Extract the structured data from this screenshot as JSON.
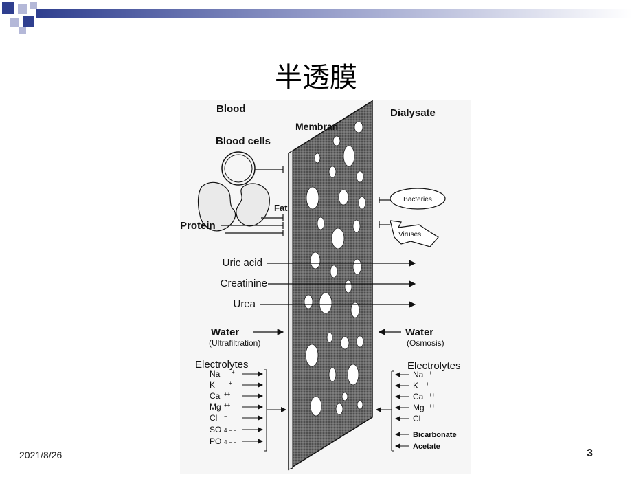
{
  "slide": {
    "title": "半透膜",
    "date": "2021/8/26",
    "page_number": "3"
  },
  "diagram": {
    "blood_label": "Blood",
    "dialysate_label": "Dialysate",
    "membrane_label": "Membran",
    "blood_cells_label": "Blood cells",
    "fat_label": "Fat",
    "protein_label": "Protein",
    "bacteria_label": "Bacteries",
    "viruses_label": "Viruses",
    "solutes": [
      "Uric acid",
      "Creatinine",
      "Urea"
    ],
    "water_left": "Water",
    "water_left_sub": "(Ultrafiltration)",
    "water_right": "Water",
    "water_right_sub": "(Osmosis)",
    "electrolytes_left_title": "Electrolytes",
    "electrolytes_left": [
      {
        "ion": "Na",
        "charge": "+"
      },
      {
        "ion": "K",
        "charge": "+"
      },
      {
        "ion": "Ca",
        "charge": "++"
      },
      {
        "ion": "Mg",
        "charge": "++"
      },
      {
        "ion": "Cl",
        "charge": "−"
      },
      {
        "ion": "SO",
        "charge": "4 − −"
      },
      {
        "ion": "PO",
        "charge": "4 − −"
      }
    ],
    "electrolytes_right_title": "Electrolytes",
    "electrolytes_right": [
      {
        "ion": "Na",
        "charge": "+"
      },
      {
        "ion": "K",
        "charge": "+"
      },
      {
        "ion": "Ca",
        "charge": "++"
      },
      {
        "ion": "Mg",
        "charge": "++"
      },
      {
        "ion": "Cl",
        "charge": "−"
      },
      {
        "ion": "Bicarbonate",
        "charge": ""
      },
      {
        "ion": "Acetate",
        "charge": ""
      }
    ]
  },
  "colors": {
    "accent_navy": "#2f3f8f",
    "accent_lavender": "#b4b8d8",
    "membrane_fill": "#5a5a5a"
  }
}
